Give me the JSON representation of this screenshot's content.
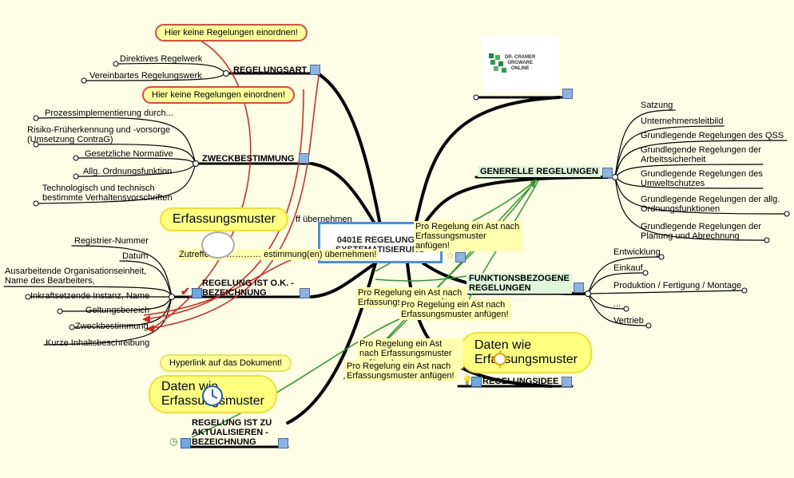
{
  "center": {
    "line1": "0401E REGELUNGS-",
    "line2": "SYSTEMATISIERUNG"
  },
  "logo": {
    "line1": "DR. CRAMER",
    "line2": "ORGWARE",
    "line3": "ONLINE"
  },
  "notes": {
    "keine_1": "Hier keine Regelungen einordnen!",
    "keine_2": "Hier keine Regelungen einordnen!",
    "hyperlink": "Hyperlink auf das Dokument!"
  },
  "bubbles": {
    "erfassung": "Erfassungsmuster",
    "daten_right_1": "Daten wie",
    "daten_right_2": "Erfassungsmuster",
    "daten_left_1": "Daten wie",
    "daten_left_2": "Erfassungsmuster"
  },
  "hints": {
    "ubernehmen": "ff übernehmen",
    "zutreffende": "Zutreffende ………… estimmung(en) übernehmen!",
    "pro_top": "Pro Regelung ein Ast nach Erfassungsmuster anfügen!",
    "pro_mid1": "Pro Regelung ein Ast nach Erfassungsmuster anfügen!",
    "pro_mid2": "Pro Regelung ein Ast nach Erfassungsmuster anfügen!",
    "pro_low1": "Pro Regelung ein Ast nach Erfassungsmuster anfügen!",
    "pro_low2": "Pro Regelung ein Ast nach Erfassungsmuster anfügen!"
  },
  "left": {
    "regelungsart": {
      "title": "REGELUNGSART",
      "items": [
        "Direktives Regelwerk",
        "Vereinbartes Regelungswerk"
      ]
    },
    "zweck": {
      "title": "ZWECKBESTIMMUNG",
      "items": [
        "Prozessimplementierung durch...",
        "Risiko-Früherkennung und -vorsorge (Umsetzung ContraG)",
        "Gesetzliche Normative",
        "Allg. Ordnungsfunktion",
        "Technologisch und technisch bestimmte Verhaltensvorschriften"
      ]
    },
    "ok": {
      "title_1": "REGELUNG IST O.K. -",
      "title_2": "BEZEICHNUNG",
      "items": [
        "Registrier-Nummer",
        "Datum",
        "Ausarbeitende Organisationseinheit, Name des Bearbeiters,",
        "Inkraftsetzende Instanz, Name",
        "Geltungsbereich",
        "Zweckbestimmung",
        "Kurze Inhaltsbeschreibung"
      ]
    },
    "aktual": {
      "title_1": "REGELUNG IST ZU",
      "title_2": "AKTUALISIEREN -",
      "title_3": "BEZEICHNUNG"
    }
  },
  "right": {
    "generelle": {
      "title": "GENERELLE REGELUNGEN",
      "items": [
        "Satzung",
        "Unternehmensleitbild",
        "Grundlegende Regelungen des QSS",
        "Grundlegende Regelungen der Arbeitssicherheit",
        "Grundlegende Regelungen des Umweltschutzes",
        "Grundlegende Regelungen der allg. Ordnungsfunktionen",
        "Grundlegende Regelungen der Planung und Abrechnung"
      ]
    },
    "funktion": {
      "title_1": "FUNKTIONSBEZOGENE",
      "title_2": "REGELUNGEN",
      "items": [
        "Entwicklung",
        "Einkauf",
        "Produktion / Fertigung / Montage",
        "...",
        "Vertrieb"
      ]
    },
    "idee": {
      "title": "REGELUNGSIDEE"
    }
  }
}
